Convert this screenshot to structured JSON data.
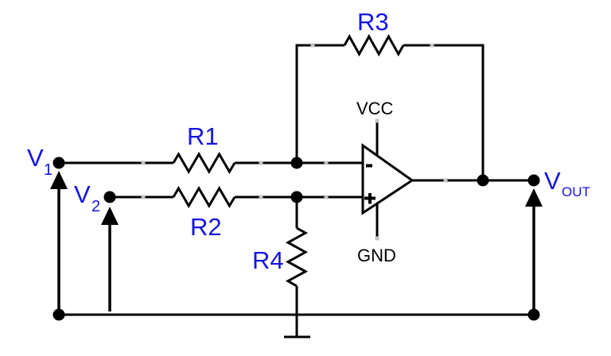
{
  "diagram": {
    "kind": "op-amp differential amplifier schematic",
    "colors": {
      "background": "#ffffff",
      "wire": "#000000",
      "label_blue": "#1414e6",
      "segment_handle_gray": "#c4c4c4"
    },
    "labels": {
      "v1": {
        "main": "V",
        "sub": "1"
      },
      "v2": {
        "main": "V",
        "sub": "2"
      },
      "vout": {
        "main": "V",
        "sub": "OUT"
      },
      "r1": "R1",
      "r2": "R2",
      "r3": "R3",
      "r4": "R4",
      "vcc": "VCC",
      "gnd": "GND"
    },
    "opamp": {
      "inverting_symbol": "-",
      "noninverting_symbol": "+"
    }
  }
}
